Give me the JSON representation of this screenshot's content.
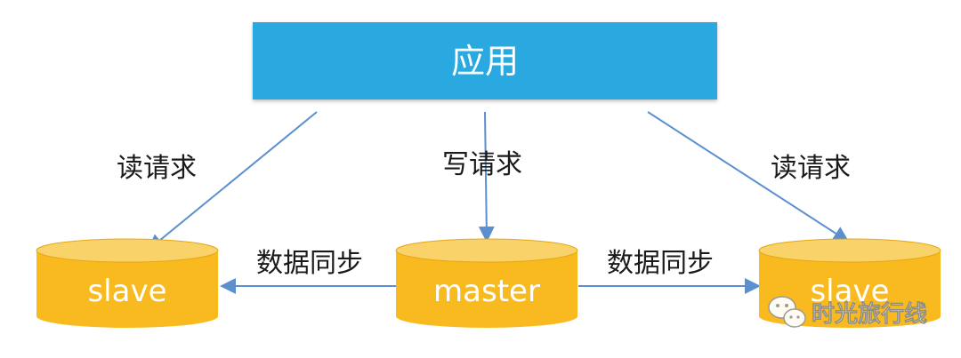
{
  "app": {
    "label": "应用",
    "color": "#29A8E0"
  },
  "arrows": {
    "left_read": "读请求",
    "center_write": "写请求",
    "right_read": "读请求",
    "sync_left": "数据同步",
    "sync_right": "数据同步",
    "color": "#5B8FD0"
  },
  "databases": {
    "left": "slave",
    "center": "master",
    "right": "slave",
    "body_color": "#F8BA1E",
    "top_color": "#F9D26A"
  },
  "watermark": {
    "text": "时光旅行线",
    "icon": "wechat-icon"
  }
}
